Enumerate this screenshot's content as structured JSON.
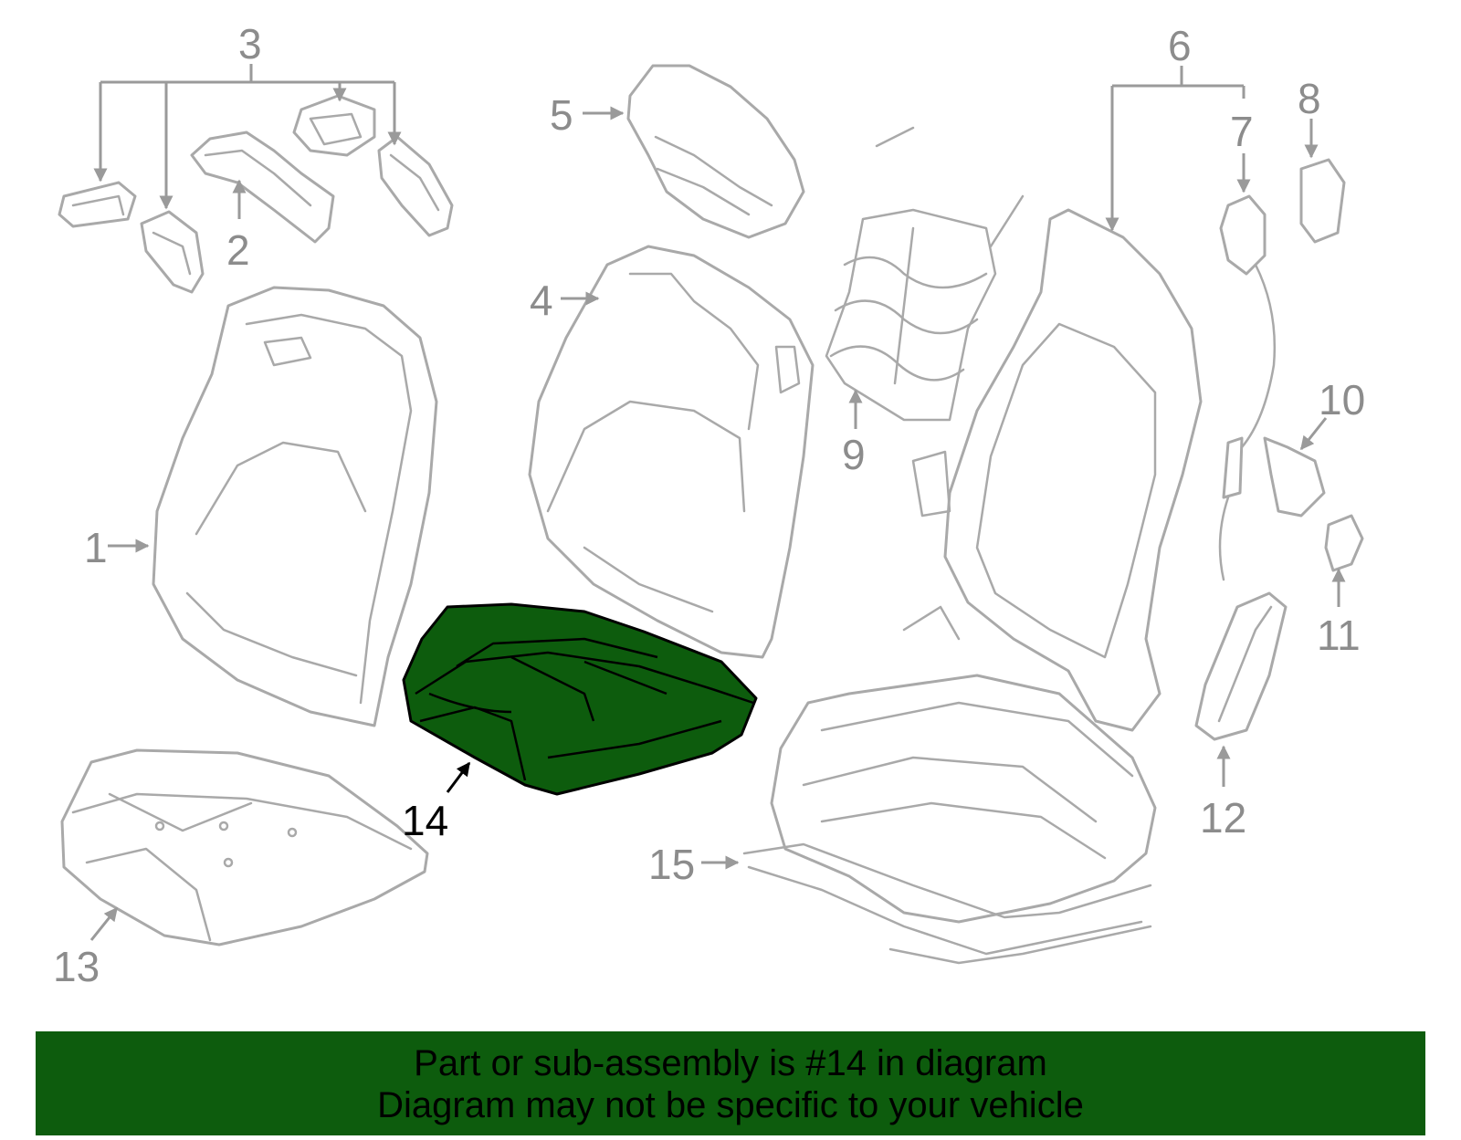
{
  "callouts": {
    "c1": "1",
    "c2": "2",
    "c3": "3",
    "c4": "4",
    "c5": "5",
    "c6": "6",
    "c7": "7",
    "c8": "8",
    "c9": "9",
    "c10": "10",
    "c11": "11",
    "c12": "12",
    "c13": "13",
    "c14": "14",
    "c15": "15"
  },
  "highlighted_part": "14",
  "colors": {
    "highlight": "#0d5c0d",
    "line": "#a9a9a9"
  },
  "banner": {
    "line1": "Part or sub-assembly is #14 in diagram",
    "line2": "Diagram may not be specific to your vehicle"
  }
}
